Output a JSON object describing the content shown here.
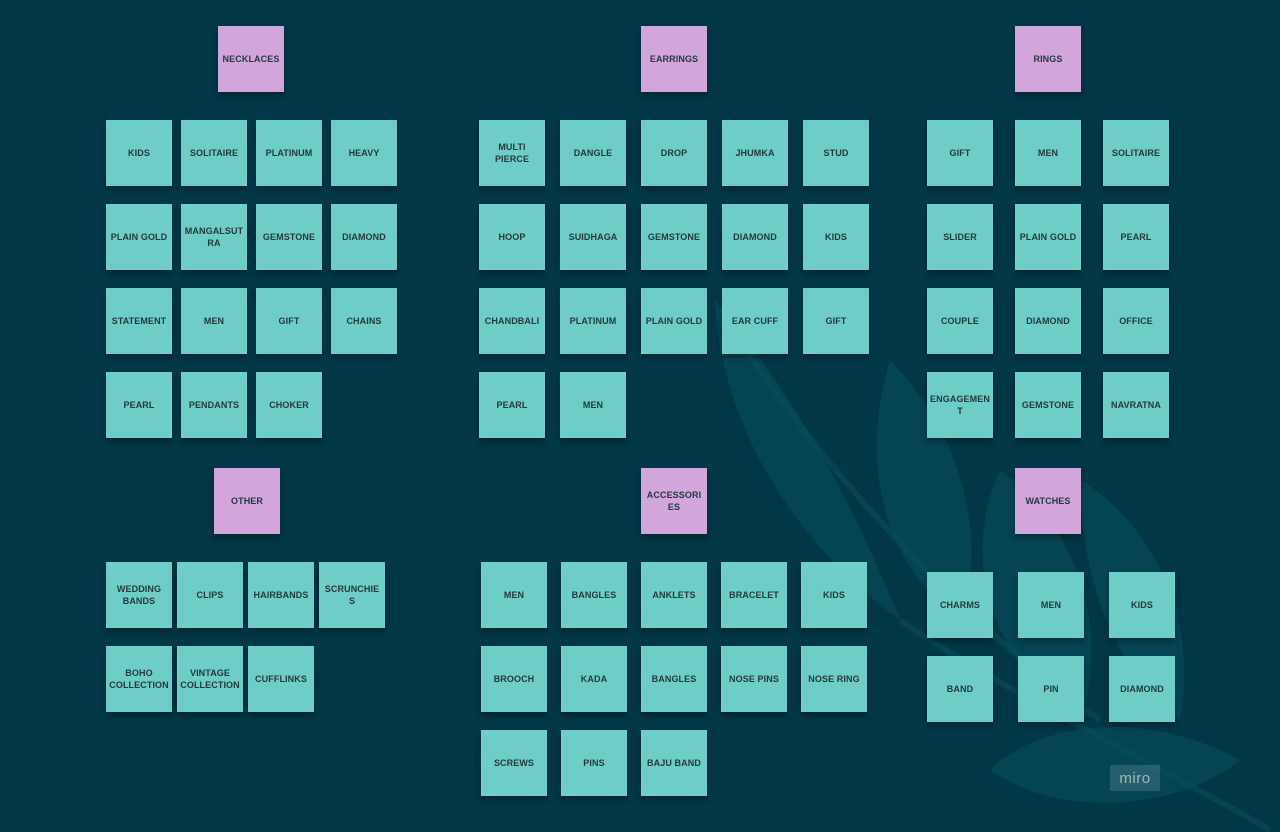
{
  "board": {
    "groups": [
      {
        "header": "NECKLACES",
        "notes": [
          "KIDS",
          "SOLITAIRE",
          "PLATINUM",
          "HEAVY",
          "PLAIN GOLD",
          "MANGALSUTRA",
          "GEMSTONE",
          "DIAMOND",
          "STATEMENT",
          "MEN",
          "GIFT",
          "CHAINS",
          "PEARL",
          "PENDANTS",
          "CHOKER"
        ]
      },
      {
        "header": "EARRINGS",
        "notes": [
          "MULTI PIERCE",
          "DANGLE",
          "DROP",
          "JHUMKA",
          "STUD",
          "HOOP",
          "SUIDHAGA",
          "GEMSTONE",
          "DIAMOND",
          "KIDS",
          "CHANDBALI",
          "PLATINUM",
          "PLAIN GOLD",
          "EAR CUFF",
          "GIFT",
          "PEARL",
          "MEN"
        ]
      },
      {
        "header": "RINGS",
        "notes": [
          "GIFT",
          "MEN",
          "SOLITAIRE",
          "SLIDER",
          "PLAIN GOLD",
          "PEARL",
          "COUPLE",
          "DIAMOND",
          "OFFICE",
          "ENGAGEMENT",
          "GEMSTONE",
          "NAVRATNA"
        ]
      },
      {
        "header": "OTHER",
        "notes": [
          "WEDDING BANDS",
          "CLIPS",
          "HAIRBANDS",
          "SCRUNCHIES",
          "BOHO COLLECTION",
          "VINTAGE COLLECTION",
          "CUFFLINKS"
        ]
      },
      {
        "header": "ACCESSORIES",
        "notes": [
          "MEN",
          "BANGLES",
          "ANKLETS",
          "BRACELET",
          "KIDS",
          "BROOCH",
          "KADA",
          "BANGLES",
          "NOSE PINS",
          "NOSE RING",
          "SCREWS",
          "PINS",
          "BAJU BAND"
        ]
      },
      {
        "header": "WATCHES",
        "notes": [
          "CHARMS",
          "MEN",
          "KIDS",
          "BAND",
          "PIN",
          "DIAMOND"
        ]
      }
    ]
  },
  "logo": {
    "text": "miro"
  },
  "colors": {
    "background": "#023746",
    "item_note": "#6ecdc6",
    "header_note": "#d3a5dd"
  }
}
